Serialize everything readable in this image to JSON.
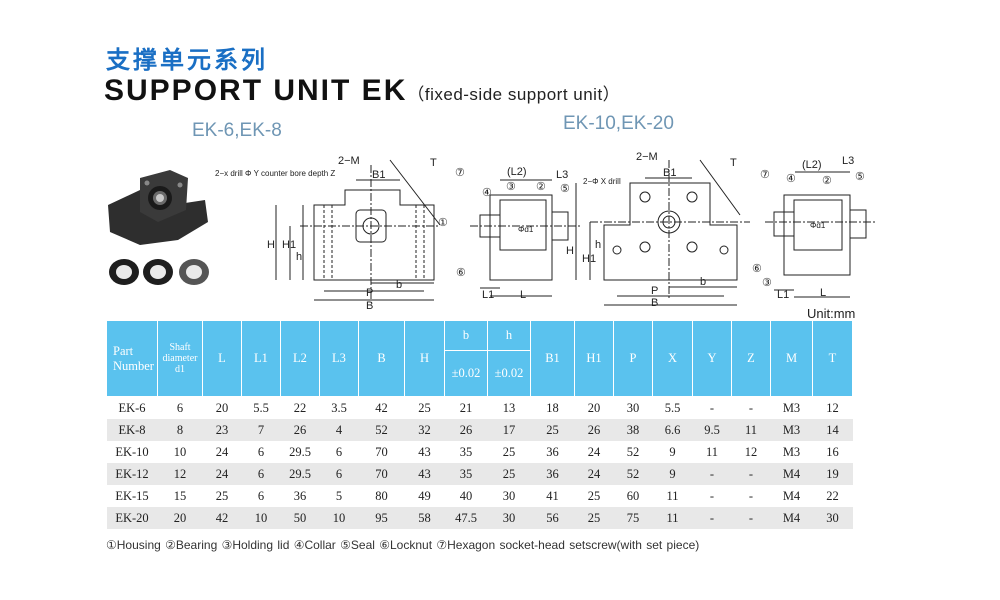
{
  "header": {
    "title_cn": "支撑单元系列",
    "title_en": "SUPPORT UNIT EK",
    "subtitle": "（fixed-side support unit）",
    "variant_left": "EK-6,EK-8",
    "variant_right": "EK-10,EK-20",
    "unit": "Unit:mm"
  },
  "drawing_labels": {
    "left_drill": "2−x drill Φ Y counter bore depth Z",
    "right_drill": "2−Φ X drill",
    "m": "2−M",
    "t": "T",
    "b1": "B1",
    "h": "H",
    "h1": "H1",
    "h_small": "h",
    "b_small": "b",
    "p": "P",
    "b_big": "B",
    "l1": "L1",
    "l": "L",
    "l2": "(L2)",
    "l3": "L3",
    "d1": "Φd1",
    "n1": "①",
    "n2": "②",
    "n3": "③",
    "n4": "④",
    "n5": "⑤",
    "n6": "⑥",
    "n7": "⑦"
  },
  "table": {
    "headers": {
      "part_number": "Part Number",
      "shaft_diameter": "Shaft diameter d1",
      "L": "L",
      "L1": "L1",
      "L2": "L2",
      "L3": "L3",
      "B": "B",
      "H": "H",
      "b": "b",
      "h": "h",
      "b_tol": "±0.02",
      "h_tol": "±0.02",
      "B1": "B1",
      "H1": "H1",
      "P": "P",
      "X": "X",
      "Y": "Y",
      "Z": "Z",
      "M": "M",
      "T": "T"
    },
    "rows": [
      [
        "EK-6",
        "6",
        "20",
        "5.5",
        "22",
        "3.5",
        "42",
        "25",
        "21",
        "13",
        "18",
        "20",
        "30",
        "5.5",
        "-",
        "-",
        "M3",
        "12"
      ],
      [
        "EK-8",
        "8",
        "23",
        "7",
        "26",
        "4",
        "52",
        "32",
        "26",
        "17",
        "25",
        "26",
        "38",
        "6.6",
        "9.5",
        "11",
        "M3",
        "14"
      ],
      [
        "EK-10",
        "10",
        "24",
        "6",
        "29.5",
        "6",
        "70",
        "43",
        "35",
        "25",
        "36",
        "24",
        "52",
        "9",
        "11",
        "12",
        "M3",
        "16"
      ],
      [
        "EK-12",
        "12",
        "24",
        "6",
        "29.5",
        "6",
        "70",
        "43",
        "35",
        "25",
        "36",
        "24",
        "52",
        "9",
        "-",
        "-",
        "M4",
        "19"
      ],
      [
        "EK-15",
        "15",
        "25",
        "6",
        "36",
        "5",
        "80",
        "49",
        "40",
        "30",
        "41",
        "25",
        "60",
        "11",
        "-",
        "-",
        "M4",
        "22"
      ],
      [
        "EK-20",
        "20",
        "42",
        "10",
        "50",
        "10",
        "95",
        "58",
        "47.5",
        "30",
        "56",
        "25",
        "75",
        "11",
        "-",
        "-",
        "M4",
        "30"
      ]
    ]
  },
  "legend": "①Housing  ②Bearing  ③Holding lid ④Collar ⑤Seal ⑥Locknut  ⑦Hexagon socket-head setscrew(with set piece)",
  "colors": {
    "title_cn": "#1a6fc4",
    "table_header": "#5ac2ee",
    "variant": "#6f96b4",
    "row_alt": "#e8e8e8"
  }
}
